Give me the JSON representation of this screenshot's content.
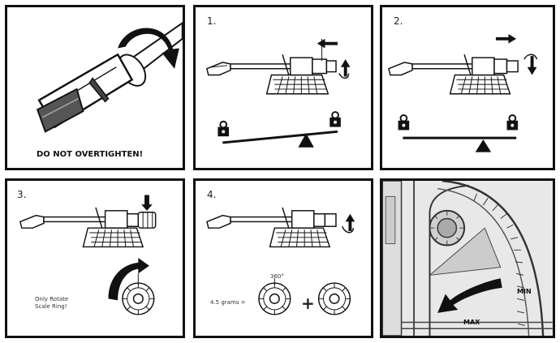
{
  "panels": {
    "overtighten": {
      "caption": "DO NOT OVERTIGHTEN!"
    },
    "step1": {
      "label": "1."
    },
    "step2": {
      "label": "2."
    },
    "step3": {
      "label": "3.",
      "note_line1": "Only Rotate",
      "note_line2": "Scale Ring!"
    },
    "step4": {
      "label": "4.",
      "degree_label": "360°",
      "weight_label": "4.5 grams =",
      "plus_sign": "+"
    },
    "dial": {
      "min_label": "MIN",
      "max_label": "MAX"
    }
  }
}
